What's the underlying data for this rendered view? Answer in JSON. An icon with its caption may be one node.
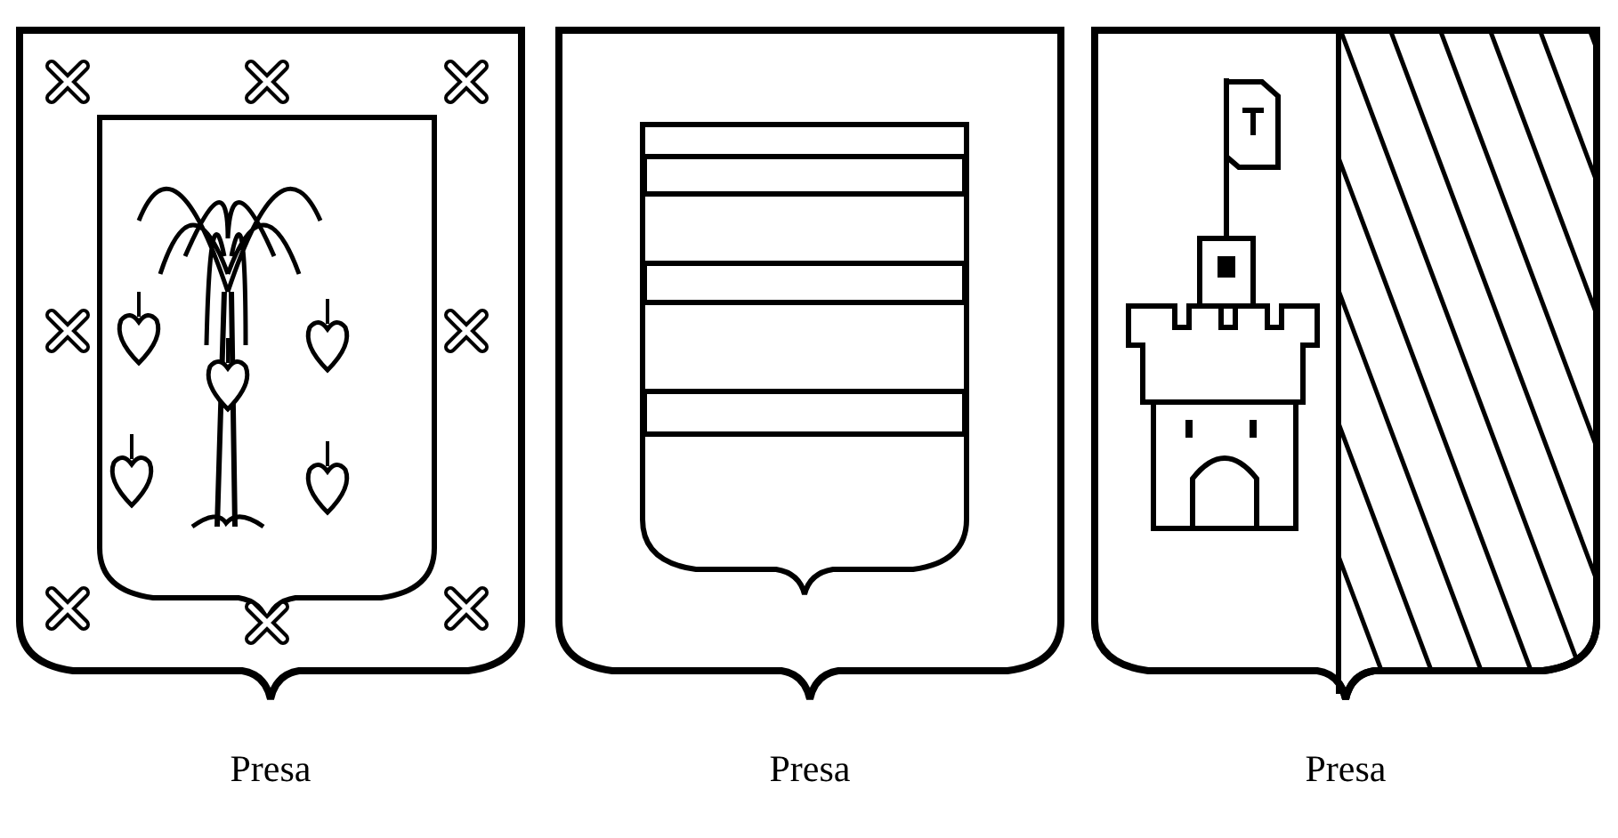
{
  "diagram": {
    "labels": [
      "Presa",
      "Presa",
      "Presa"
    ]
  }
}
